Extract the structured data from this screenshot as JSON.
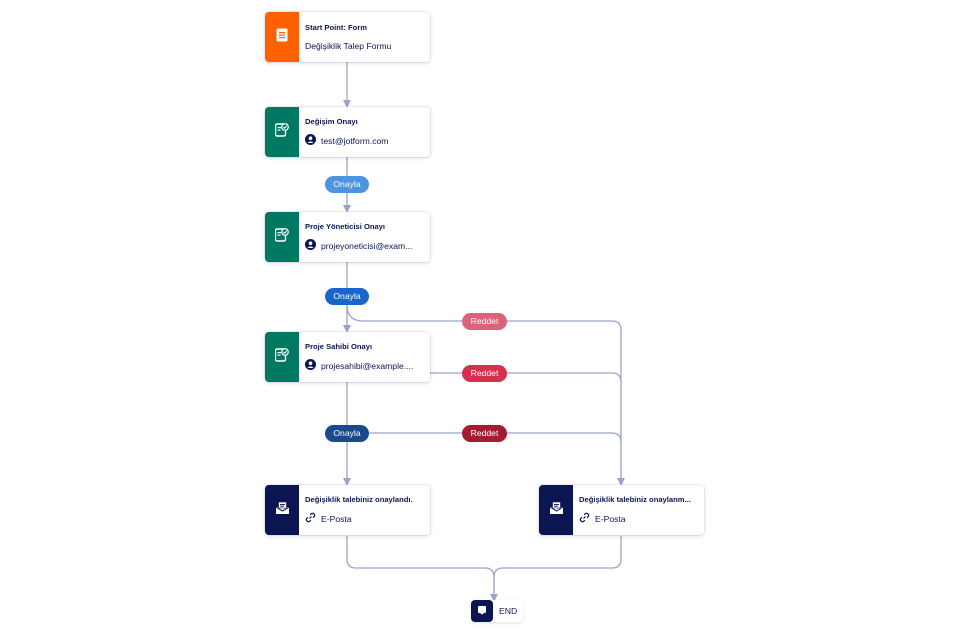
{
  "colors": {
    "start": "#ff6100",
    "approval": "#007862",
    "email": "#0a1551",
    "line": "#9aa3cc",
    "approve_1": "#4c93e0",
    "approve_2": "#1865cc",
    "approve_3": "#1b4a8a",
    "reject_1": "#d9637a",
    "reject_2": "#d6304f",
    "reject_3": "#a31c33"
  },
  "nodes": {
    "start": {
      "title": "Start Point: Form",
      "subtitle": "Değişiklik Talep Formu",
      "icon": "form-icon"
    },
    "approval_1": {
      "title": "Değişim Onayı",
      "assignee": "test@jotform.com",
      "icon": "approval-icon"
    },
    "approval_2": {
      "title": "Proje Yöneticisi Onayı",
      "assignee": "projeyoneticisi@exam...",
      "icon": "approval-icon"
    },
    "approval_3": {
      "title": "Proje Sahibi Onayı",
      "assignee": "projesahibi@example....",
      "icon": "approval-icon"
    },
    "email_approved": {
      "title": "Değişiklik talebiniz onaylandı.",
      "channel": "E-Posta",
      "icon": "email-icon"
    },
    "email_rejected": {
      "title": "Değişiklik talebiniz onaylanm...",
      "channel": "E-Posta",
      "icon": "email-icon"
    }
  },
  "labels": {
    "approve_1": "Onayla",
    "approve_2": "Onayla",
    "approve_3": "Onayla",
    "reject_1": "Reddet",
    "reject_2": "Reddet",
    "reject_3": "Reddet"
  },
  "end": {
    "label": "END",
    "icon": "end-icon"
  }
}
